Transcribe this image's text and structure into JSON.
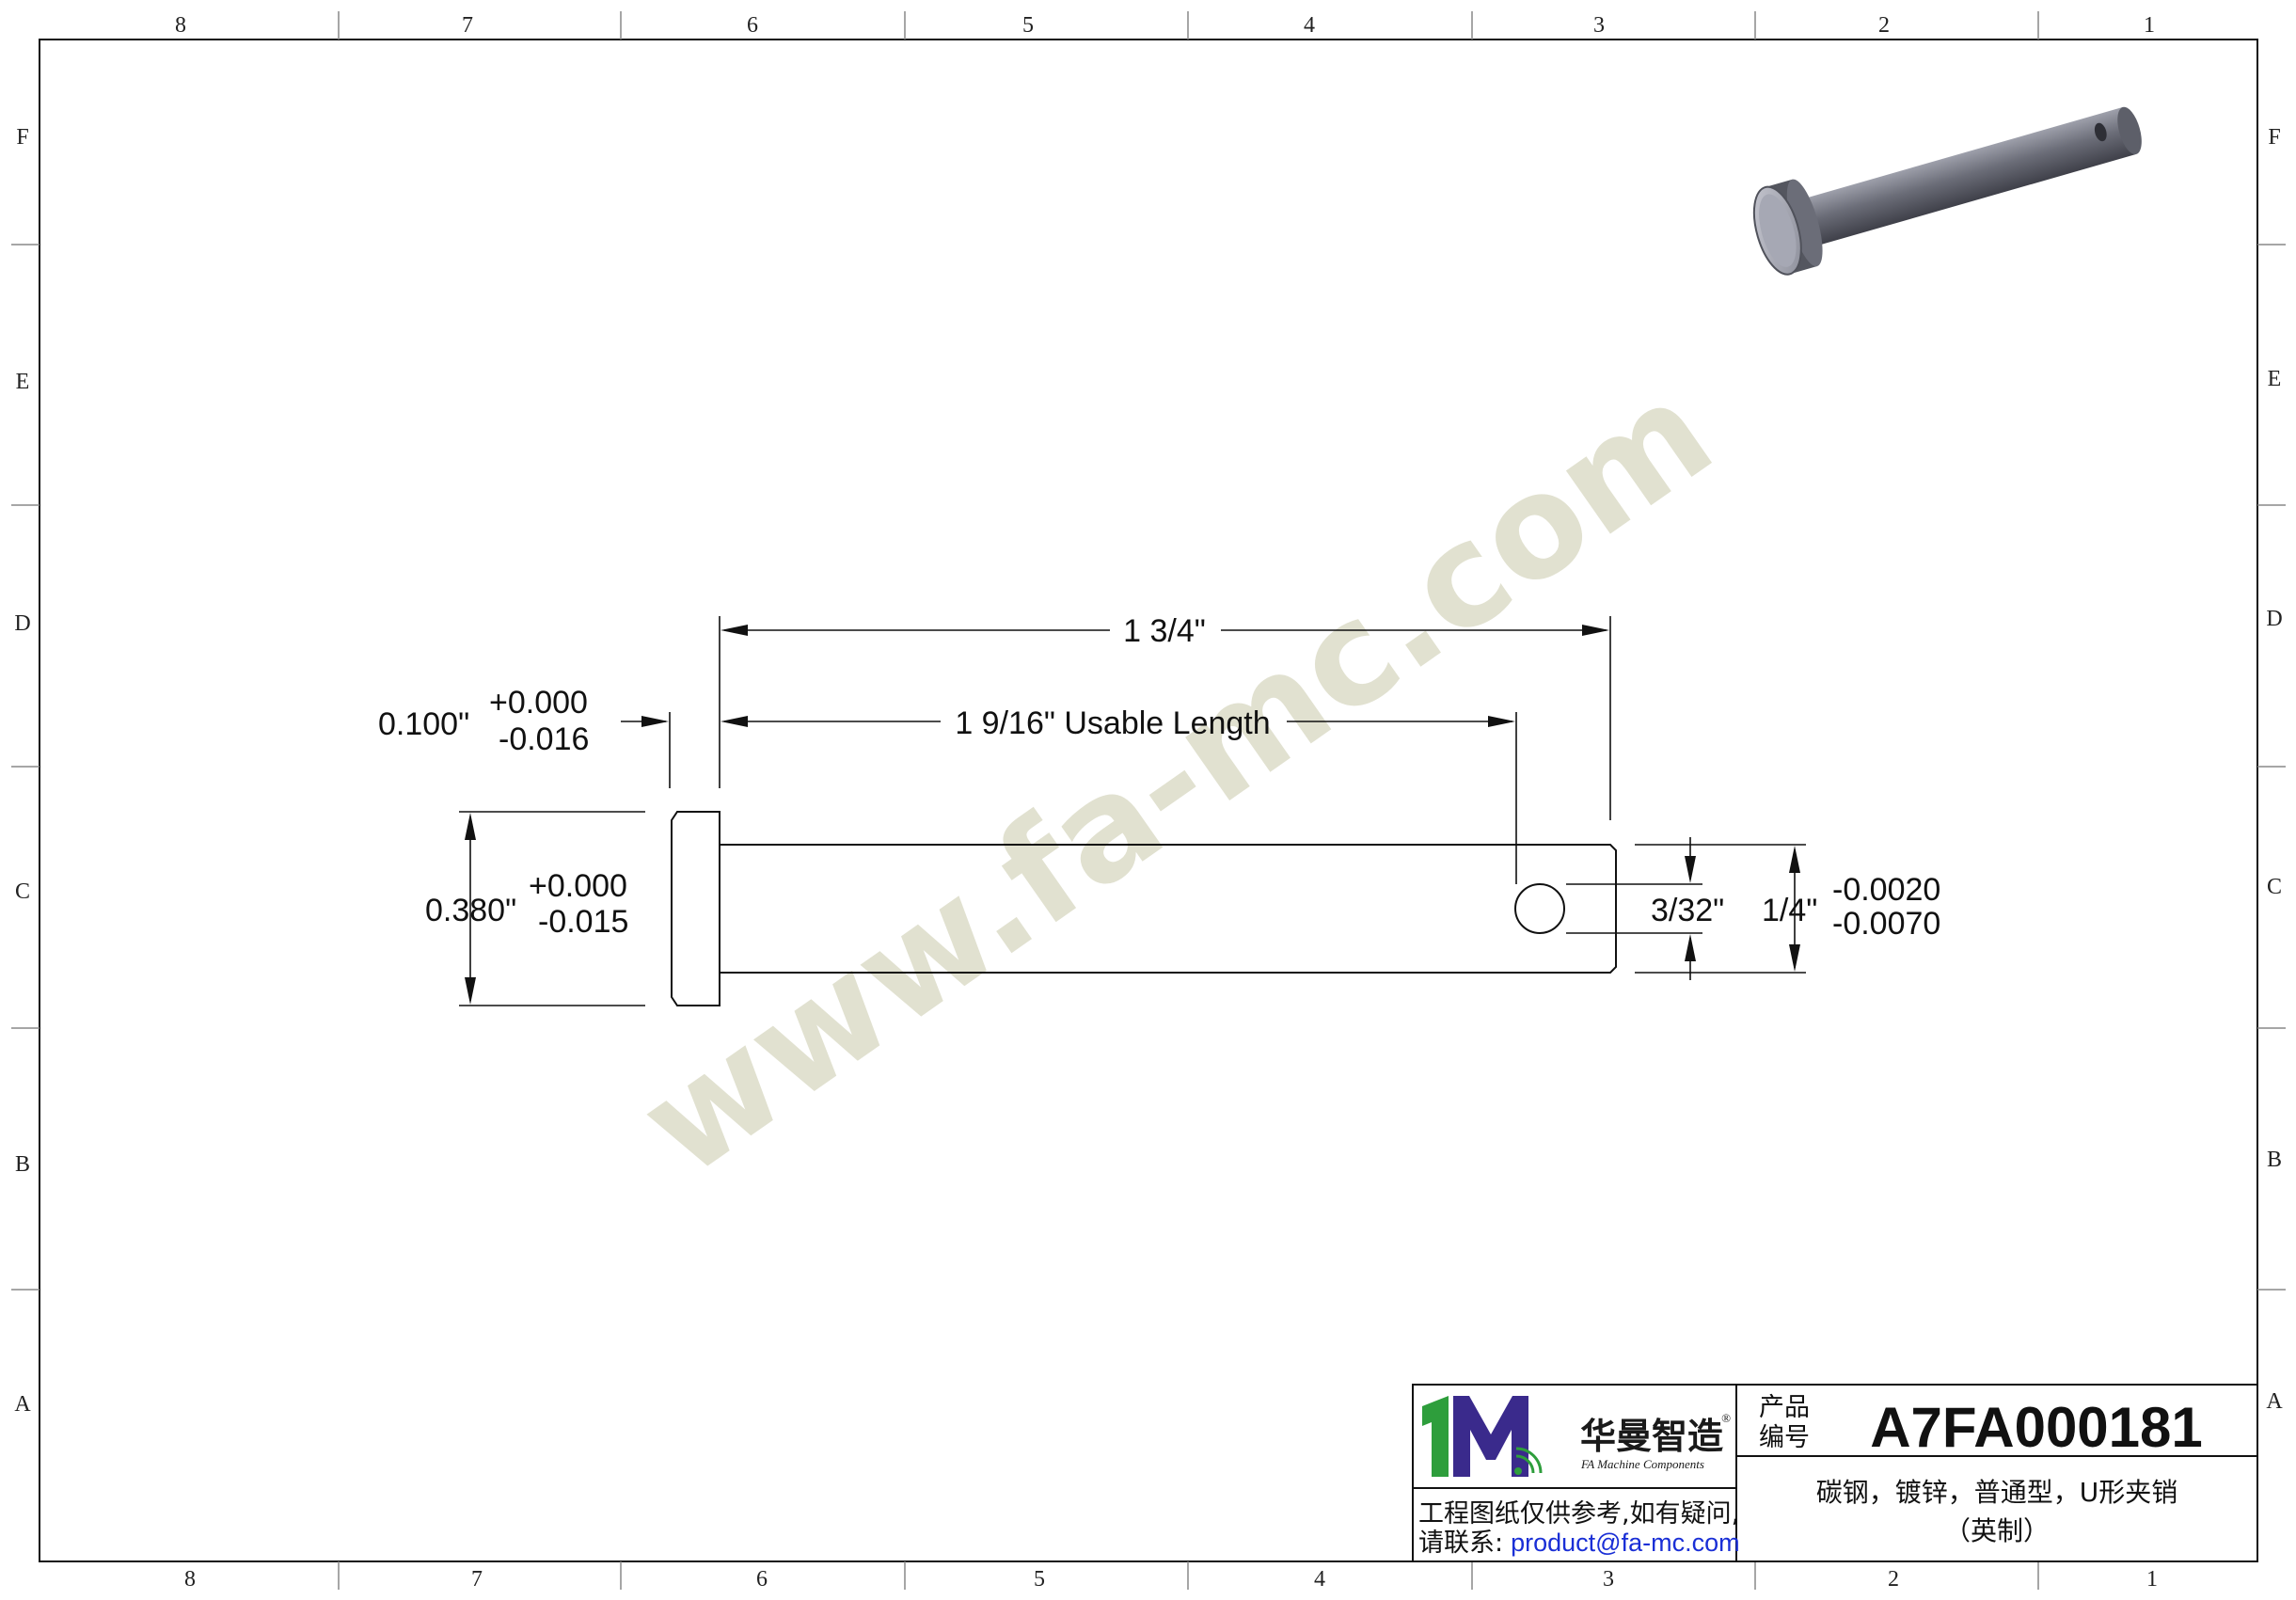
{
  "zones": {
    "columns": [
      "8",
      "7",
      "6",
      "5",
      "4",
      "3",
      "2",
      "1"
    ],
    "rows": [
      "F",
      "E",
      "D",
      "C",
      "B",
      "A"
    ]
  },
  "watermark": "www.fa-mc.com",
  "dimensions": {
    "overall_length": "1 3/4\"",
    "usable_length": "1 9/16\" Usable Length",
    "head_thickness": "0.100\"",
    "head_thickness_tol_plus": "+0.000",
    "head_thickness_tol_minus": "-0.016",
    "head_diameter": "0.380\"",
    "head_diameter_tol_plus": "+0.000",
    "head_diameter_tol_minus": "-0.015",
    "hole_diameter": "3/32\"",
    "shank_diameter": "1/4\"",
    "shank_tol_upper": "-0.0020",
    "shank_tol_lower": "-0.0070"
  },
  "title_block": {
    "brand_cn": "华曼智造",
    "brand_en": "FA Machine Components",
    "registered_mark": "®",
    "product_label_line1": "产品",
    "product_label_line2": "编号",
    "product_code": "A7FA000181",
    "description_line1": "碳钢，镀锌，普通型，U形夹销",
    "description_line2": "（英制）",
    "notice_line1": "工程图纸仅供参考,如有疑问,",
    "notice_line2_prefix": "请联系:",
    "contact_email": "product@fa-mc.com"
  },
  "colors": {
    "watermark": "#c9c9a9",
    "logo_green": "#2e9e3c",
    "logo_purple": "#3a2a8c",
    "email_blue": "#1a2fd6",
    "pin_body": "#6b6d78"
  },
  "icons": {
    "logo": "fa-machine-components-logo",
    "render": "clevis-pin-3d-render"
  }
}
